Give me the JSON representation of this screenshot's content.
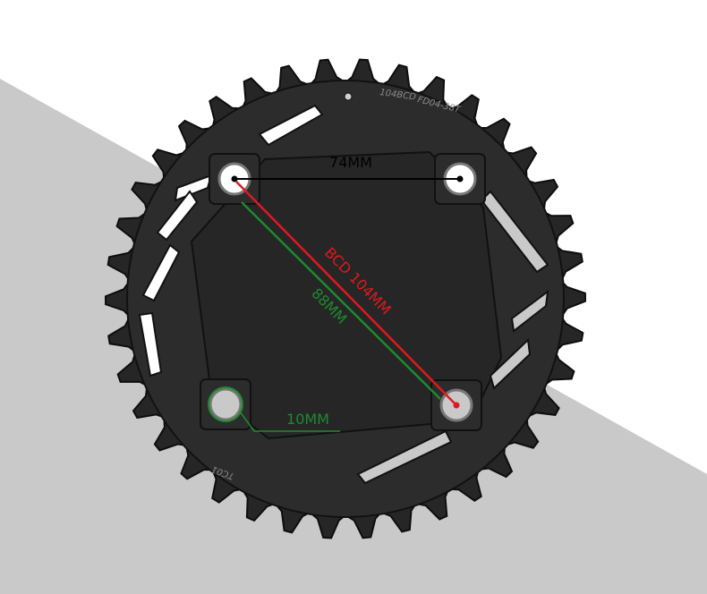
{
  "product": {
    "teeth": 38,
    "engraving_top_left": "104BCD",
    "engraving_top_right": "FD04-38T",
    "engraving_bottom": "TC01",
    "colors": {
      "background_white": "#ffffff",
      "background_gray": "#c9c9c9",
      "chainring_body": "#2a2a2a",
      "chainring_edge": "#111111"
    }
  },
  "dimensions": {
    "bolt_spacing": {
      "label": "74MM",
      "color": "#000000"
    },
    "bcd": {
      "label": "BCD 104MM",
      "color": "#e0191f"
    },
    "diagonal": {
      "label": "88MM",
      "color": "#1e8a2e"
    },
    "hole": {
      "label": "10MM",
      "color": "#1e8a2e"
    }
  }
}
